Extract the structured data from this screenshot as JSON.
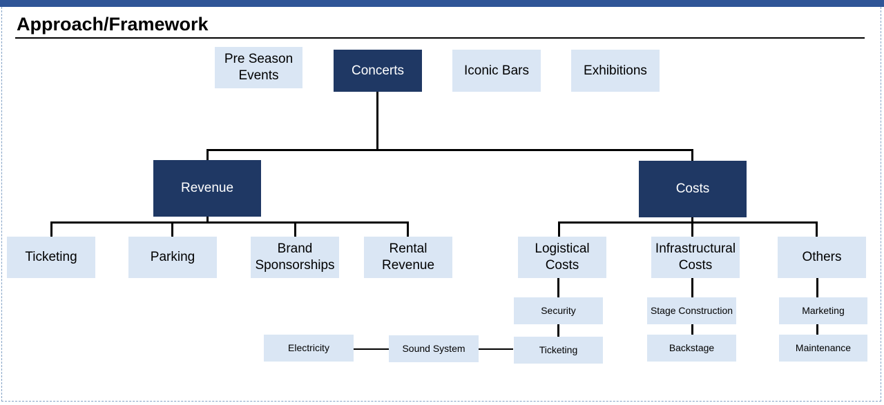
{
  "title": "Approach/Framework",
  "events": [
    "Pre Season\nEvents",
    "Concerts",
    "Iconic Bars",
    "Exhibitions"
  ],
  "branches": {
    "revenue": "Revenue",
    "costs": "Costs"
  },
  "revenue_items": [
    "Ticketing",
    "Parking",
    "Brand\nSponsorships",
    "Rental\nRevenue"
  ],
  "cost_items": [
    "Logistical\nCosts",
    "Infrastructural\nCosts",
    "Others"
  ],
  "logistical_subitems": [
    "Security",
    "Ticketing",
    "Sound System",
    "Electricity"
  ],
  "infrastructural_subitems": [
    "Stage Construction",
    "Backstage"
  ],
  "others_subitems": [
    "Marketing",
    "Maintenance"
  ],
  "colors": {
    "dark_box": "#1f3864",
    "light_box": "#dae6f4",
    "header_bar": "#2f5597"
  }
}
